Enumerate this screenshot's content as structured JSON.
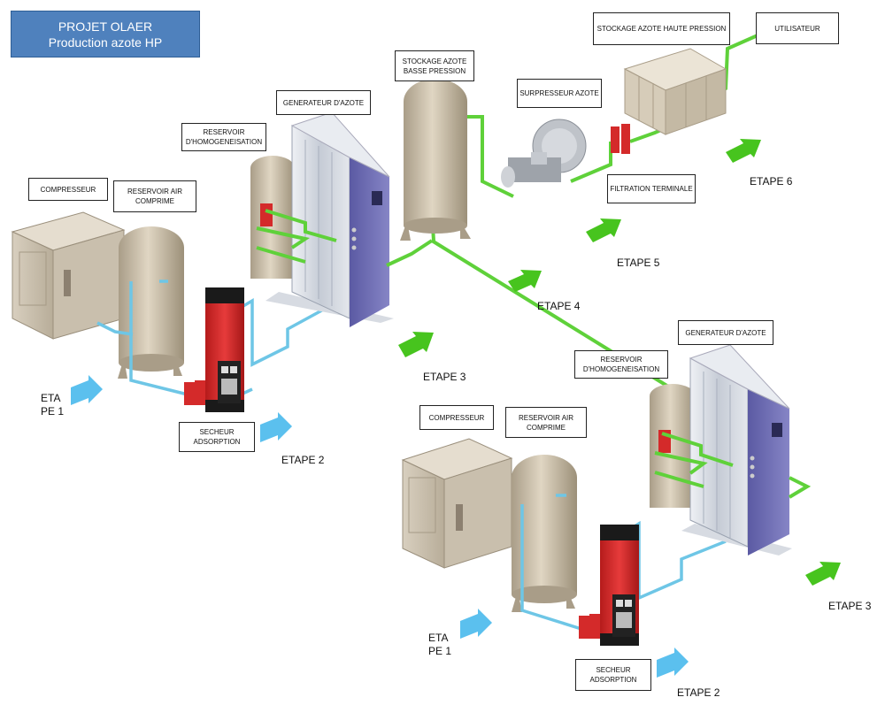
{
  "title": {
    "line1": "PROJET OLAER",
    "line2": "Production azote HP"
  },
  "labels": {
    "compresseur_1": "COMPRESSEUR",
    "reservoir_air_1": [
      "RESERVOIR AIR",
      "COMPRIME"
    ],
    "reservoir_homog_1": [
      "RESERVOIR",
      "D'HOMOGENEISATION"
    ],
    "generateur_1": "GENERATEUR D'AZOTE",
    "stockage_bp": [
      "STOCKAGE AZOTE",
      "BASSE PRESSION"
    ],
    "surpresseur": "SURPRESSEUR AZOTE",
    "stockage_hp": "STOCKAGE AZOTE  HAUTE PRESSION",
    "utilisateur": "UTILISATEUR",
    "filtration": "FILTRATION TERMINALE",
    "secheur_1": [
      "SECHEUR",
      "ADSORPTION"
    ],
    "compresseur_2": "COMPRESSEUR",
    "reservoir_air_2": [
      "RESERVOIR AIR",
      "COMPRIME"
    ],
    "reservoir_homog_2": [
      "RESERVOIR",
      "D'HOMOGENEISATION"
    ],
    "generateur_2": "GENERATEUR D'AZOTE",
    "secheur_2": [
      "SECHEUR",
      "ADSORPTION"
    ]
  },
  "steps": {
    "etape1_top": [
      "ETA",
      "PE 1"
    ],
    "etape2_top": "ETAPE 2",
    "etape3_top": "ETAPE 3",
    "etape4": "ETAPE 4",
    "etape5": "ETAPE 5",
    "etape6": "ETAPE 6",
    "etape1_bottom": [
      "ETA",
      "PE 1"
    ],
    "etape2_bottom": "ETAPE 2",
    "etape3_bottom": "ETAPE 3"
  },
  "colors": {
    "title_bg": "#4f81bd",
    "air_pipe": "#6ec6e6",
    "nitrogen_pipe": "#5fd13a",
    "arrow_blue": "#5bc0ee",
    "arrow_green": "#47c41e",
    "dryer_red": "#d42a2a",
    "generator_purple": "#6d6cb3",
    "tank_beige": "#cbbfa8"
  }
}
